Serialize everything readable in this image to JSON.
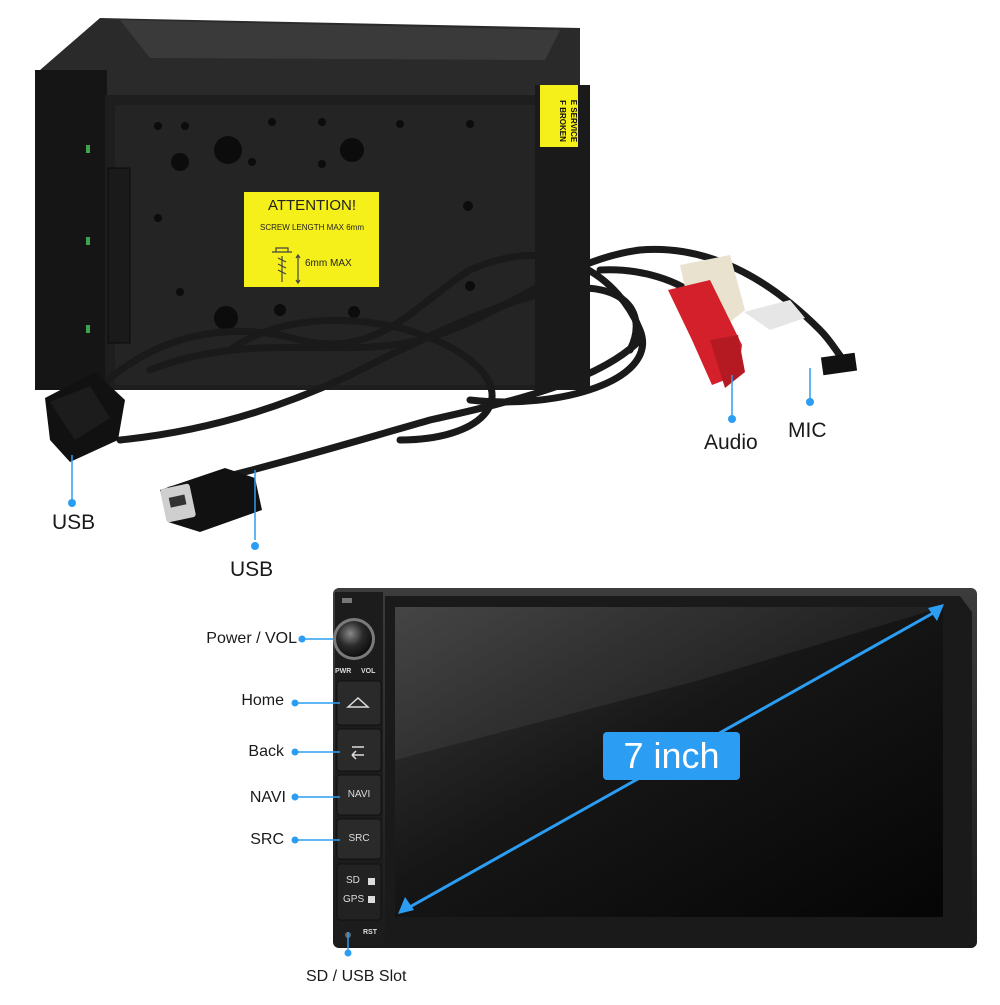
{
  "labels": {
    "usb_left": "USB",
    "usb_middle": "USB",
    "audio": "Audio",
    "mic": "MIC",
    "power_vol": "Power / VOL",
    "home": "Home",
    "back": "Back",
    "navi": "NAVI",
    "src": "SRC",
    "sd_usb_slot": "SD / USB Slot"
  },
  "screen_size": "7 inch",
  "unit_text": {
    "attention_title": "ATTENTION!",
    "attention_line": "SCREW LENGTH MAX 6mm",
    "attention_mm": "6mm MAX",
    "side_label": "E SERVICE\nF BROKEN"
  },
  "panel_text": {
    "pwr": "PWR",
    "vol": "VOL",
    "navi_btn": "NAVI",
    "src_btn": "SRC",
    "sd": "SD",
    "gps": "GPS",
    "rst": "RST"
  },
  "colors": {
    "accent": "#2b9df2",
    "sticker": "#f5ef1a",
    "unit_body": "#1c1c1c",
    "rca_red": "#d4202a"
  }
}
